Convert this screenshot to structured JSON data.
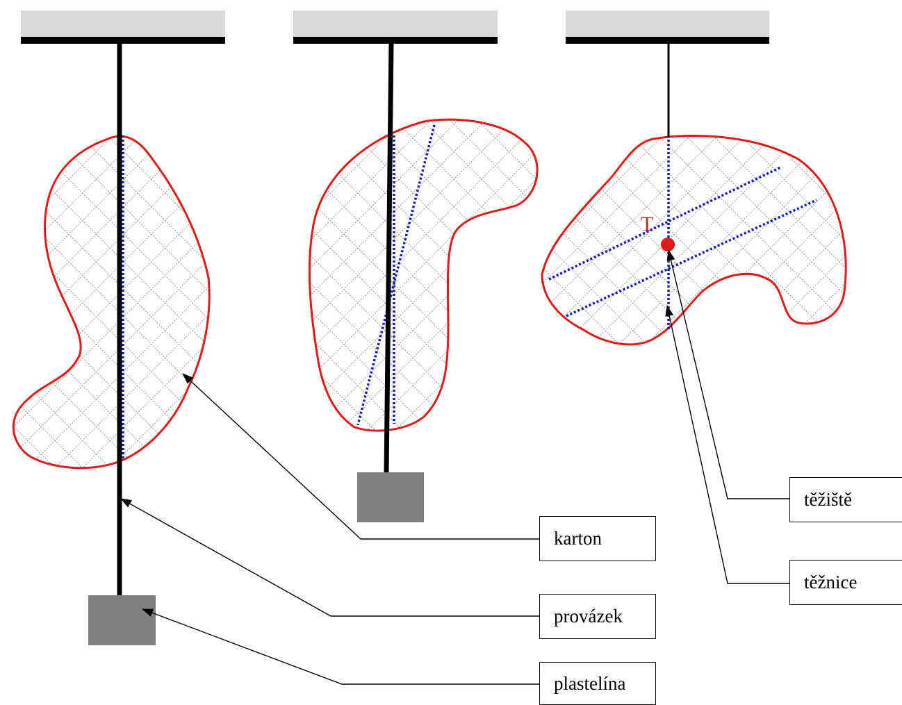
{
  "labels": {
    "karton": "karton",
    "provazek": "provázek",
    "plastelina": "plastelína",
    "teziste": "těžiště",
    "teznice": "těžnice",
    "center_mark": "T"
  },
  "colors": {
    "outline": "#e01b1b",
    "mesh": "#6f6f6f",
    "plumb_line": "#1a1aa8",
    "weight": "#808080",
    "ceiling": "#d9d9d9",
    "center_point": "#e01b1b"
  }
}
